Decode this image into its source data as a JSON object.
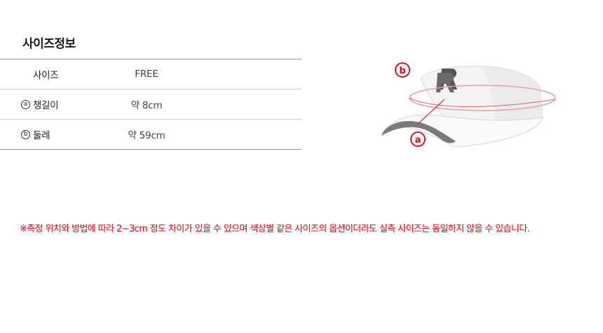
{
  "section": {
    "title": "사이즈정보"
  },
  "size_table": {
    "rows": [
      {
        "marker": "",
        "label": "사이즈",
        "value": "FREE"
      },
      {
        "marker": "a",
        "label": "챙길이",
        "value": "약 8cm"
      },
      {
        "marker": "b",
        "label": "둘레",
        "value": "약 59cm"
      }
    ]
  },
  "figure": {
    "marker_b": "b",
    "marker_a": "a",
    "accent_color": "#e60012"
  },
  "notice": {
    "text": "※측정 위치와 방법에 따라 2~3cm 정도 차이가 있을 수 있으며 색상별 같은 사이즈의 옵션이더라도 실측 사이즈는 동일하지 않을 수 있습니다."
  }
}
